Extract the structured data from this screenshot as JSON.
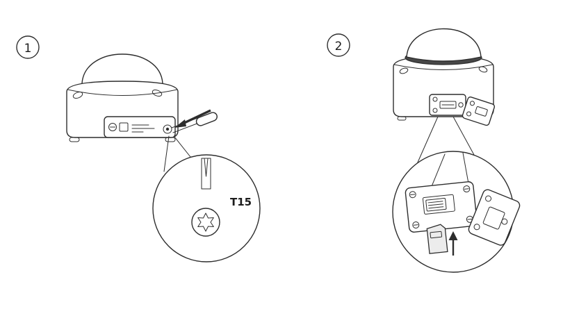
{
  "diagram": {
    "type": "instruction-diagram",
    "steps": [
      {
        "number": "1",
        "icon": "dome-camera-open-cover-with-torx-screwdriver"
      },
      {
        "number": "2",
        "icon": "dome-camera-insert-sd-card"
      }
    ],
    "callouts": {
      "torx_size_label": "T15"
    },
    "icons": [
      "step-1-badge",
      "step-2-badge",
      "dome-camera-icon",
      "torx-screwdriver-icon",
      "magnifier-circle",
      "torx-bit-icon",
      "torx-screw-head-icon",
      "side-panel-open-icon",
      "sd-card-icon",
      "insert-arrow-icon"
    ],
    "colors": {
      "line": "#2d2d2d",
      "dome_band": "#474747",
      "sd_card_fill": "#ececec",
      "background": "#ffffff"
    }
  }
}
